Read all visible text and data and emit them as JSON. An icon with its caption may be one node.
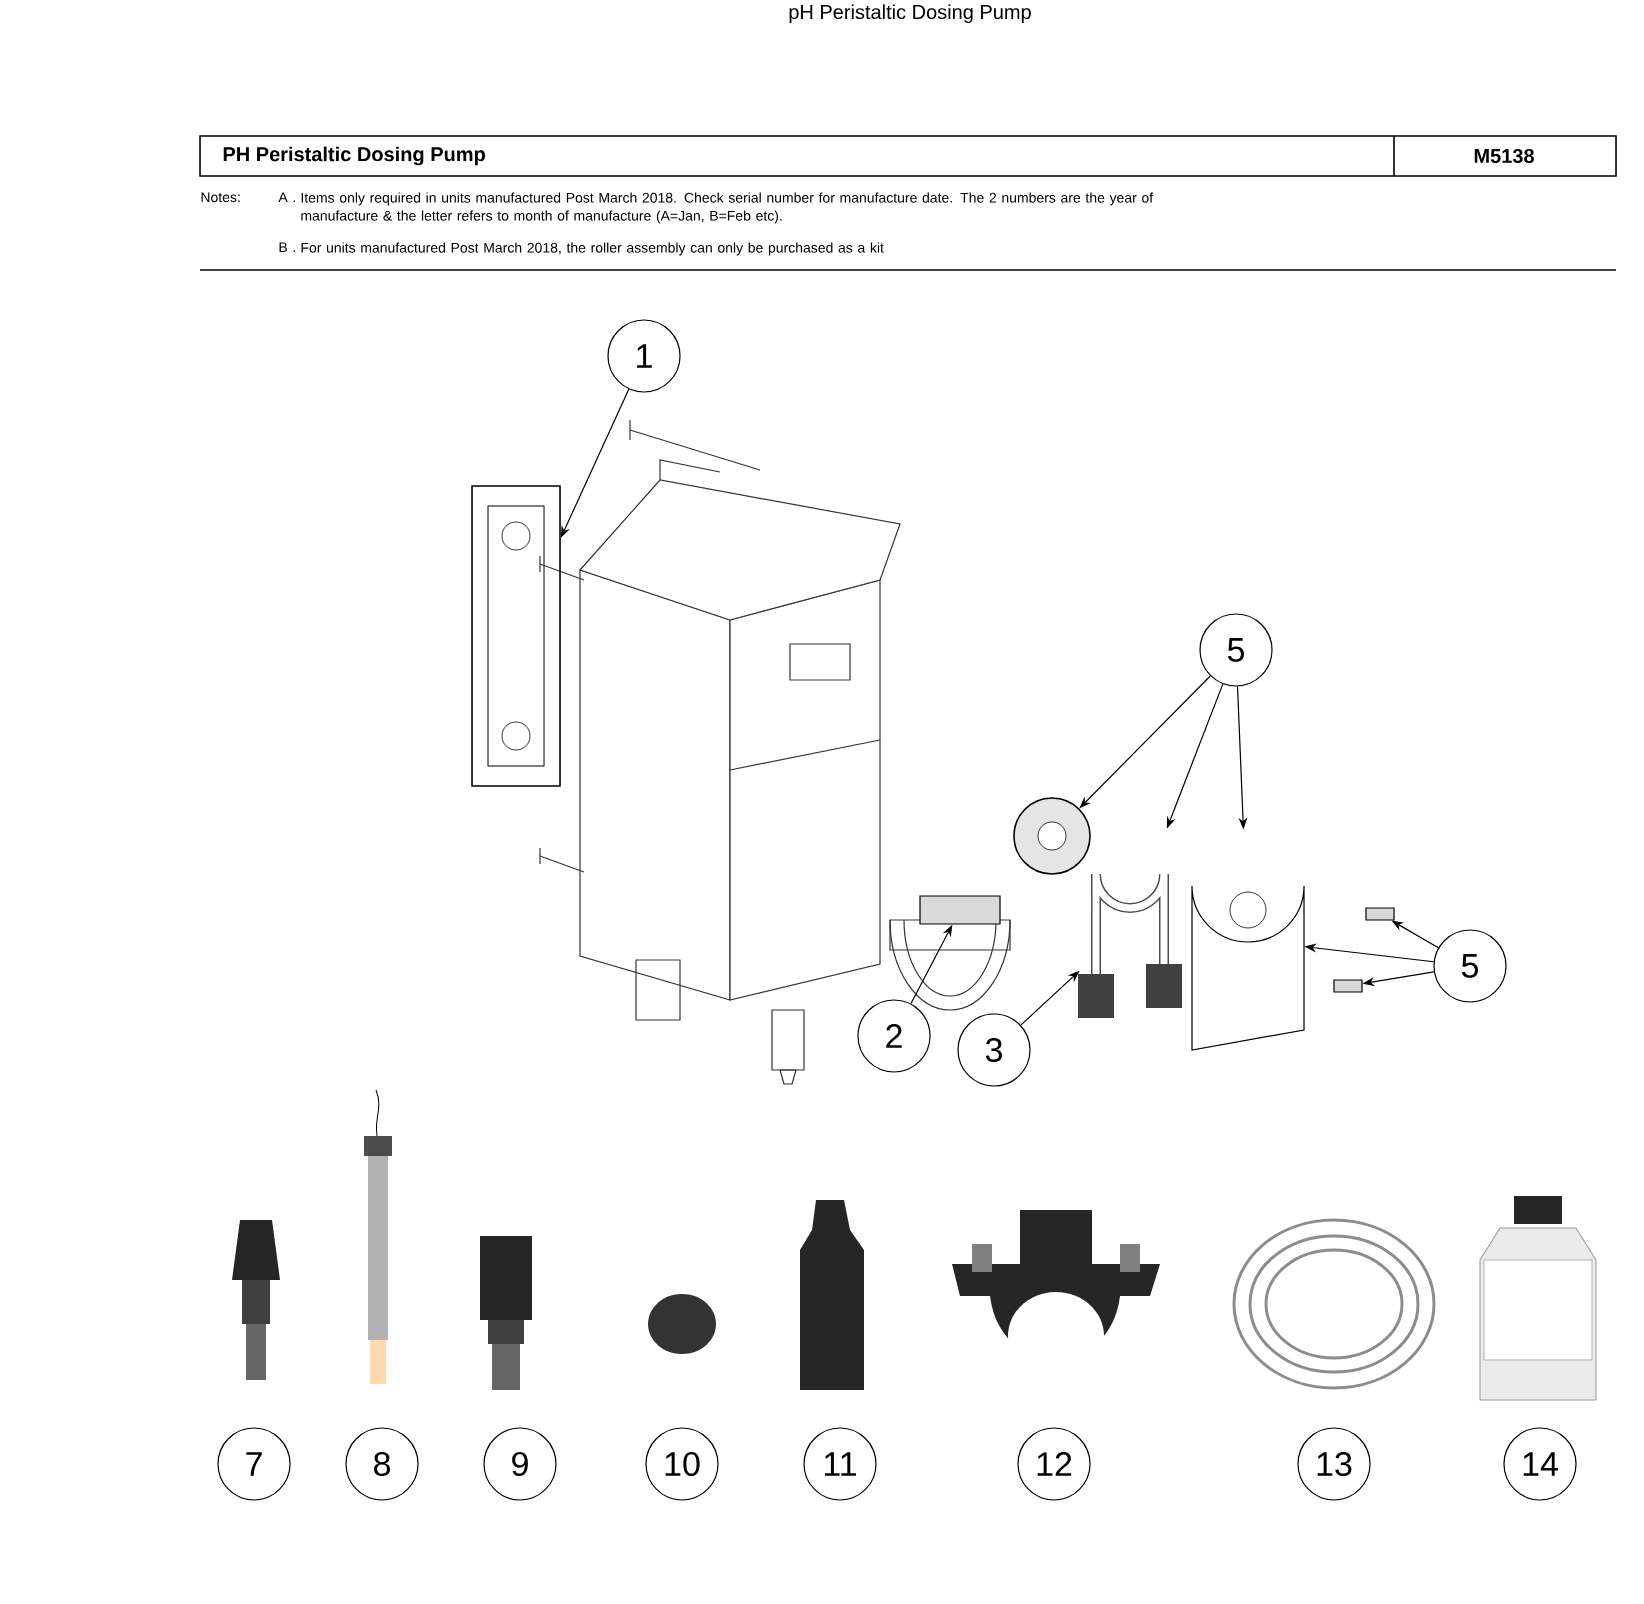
{
  "diagram": {
    "title": "pH Peristaltic Dosing Pump",
    "nodes": [
      {
        "text": [
          "1"
        ]
      },
      {
        "text": [],
        "shape": "picture"
      },
      {
        "text": [
          "2"
        ]
      },
      {
        "text": [],
        "shape": "box"
      },
      {
        "text": [
          "3"
        ]
      },
      {
        "text": [],
        "shape": "picture"
      },
      {
        "text": [
          "5"
        ]
      },
      {
        "text": [],
        "shape": "picture"
      },
      {
        "text": [],
        "shape": "picture"
      },
      {
        "text": [
          "5"
        ]
      },
      {
        "text": [],
        "shape": "box"
      },
      {
        "text": [],
        "shape": "box"
      },
      {
        "text": [
          "7"
        ]
      },
      {
        "text": [
          "8"
        ]
      },
      {
        "text": [
          "9"
        ]
      },
      {
        "text": [
          "10"
        ]
      },
      {
        "text": [
          "11"
        ]
      },
      {
        "text": [
          "12"
        ]
      },
      {
        "text": [
          "13"
        ]
      },
      {
        "text": [
          "14"
        ]
      }
    ],
    "edges": [
      {
        "from": 0,
        "to": 1,
        "arrow": "to"
      },
      {
        "from": 2,
        "to": 3,
        "arrow": "to"
      },
      {
        "from": 4,
        "to": 5,
        "arrow": "to"
      },
      {
        "from": 6,
        "to": 7,
        "arrow": "to"
      },
      {
        "from": 6,
        "to": 5,
        "arrow": "to"
      },
      {
        "from": 6,
        "to": 8,
        "arrow": "to"
      },
      {
        "from": 9,
        "to": 10,
        "arrow": "to"
      },
      {
        "from": 9,
        "to": 8,
        "arrow": "to"
      },
      {
        "from": 9,
        "to": 11,
        "arrow": "to"
      }
    ],
    "labels": [
      "PH Peristaltic Dosing Pump",
      "M5138",
      "Notes:",
      "A .",
      "Items only required in units manufactured Post March 2018. Check serial number for manufacture date. The 2 numbers are the year of manufacture & the letter refers to month of manufacture (A=Jan, B=Feb etc).",
      "B .",
      "For units manufactured Post March 2018, the roller assembly can only be purchased as a kit"
    ]
  }
}
